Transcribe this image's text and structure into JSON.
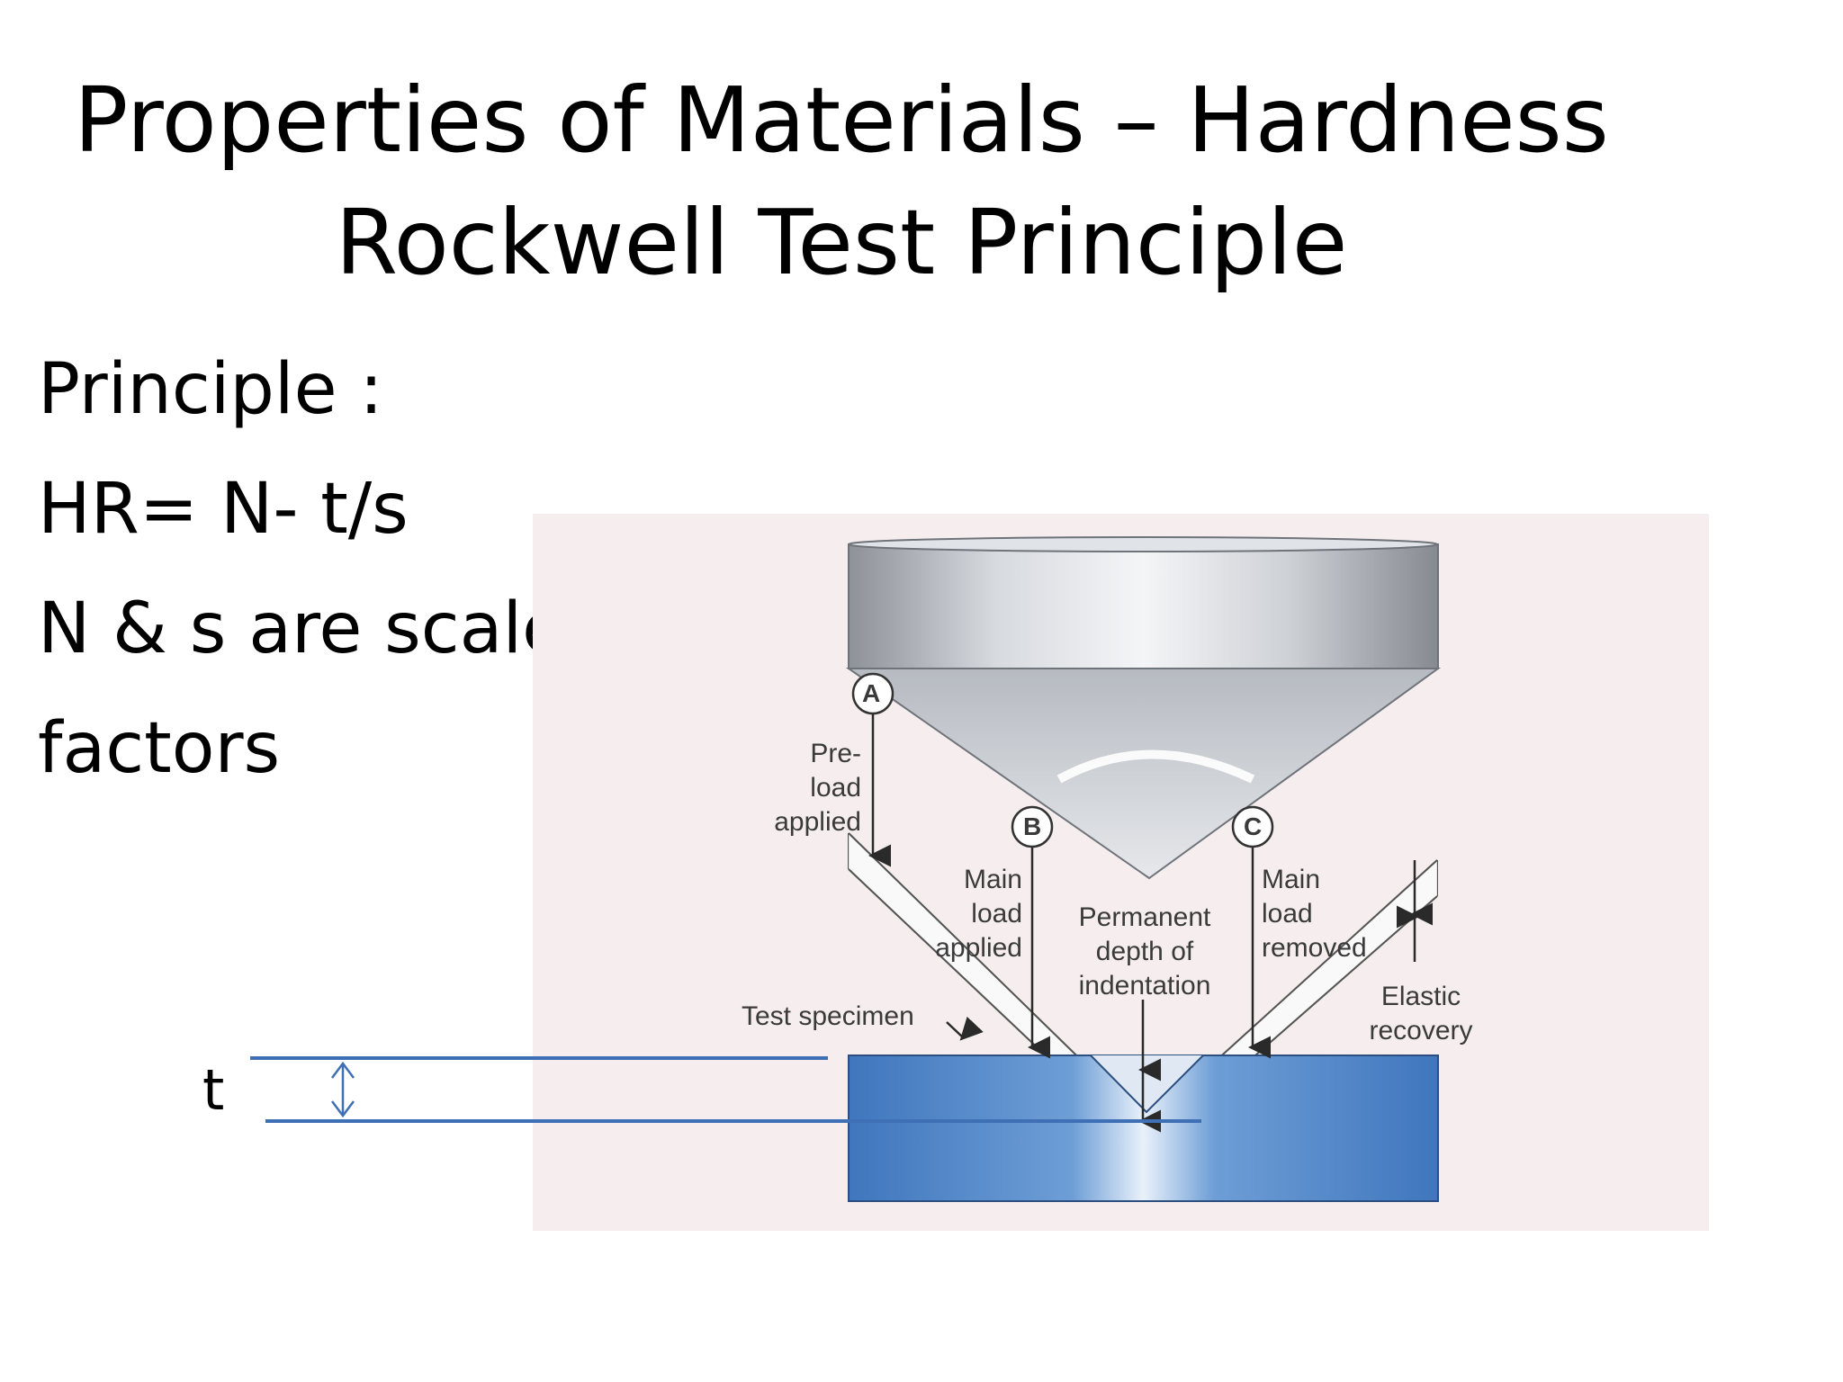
{
  "slide": {
    "title_line1": "Properties of Materials – Hardness",
    "title_line2": "Rockwell Test Principle",
    "body": [
      "Principle :",
      "HR= N- t/s",
      "N & s are scale",
      " factors"
    ],
    "t_label": "t"
  },
  "diagram": {
    "labels": {
      "marker_a": "A",
      "marker_b": "B",
      "marker_c": "C",
      "preload": [
        "Pre-",
        "load",
        "applied"
      ],
      "main_load_applied": [
        "Main",
        "load",
        "applied"
      ],
      "permanent_depth": [
        "Permanent",
        "depth of",
        "indentation"
      ],
      "main_load_removed": [
        "Main",
        "load",
        "removed"
      ],
      "elastic_recovery": [
        "Elastic",
        "recovery"
      ],
      "test_specimen": "Test specimen"
    },
    "colors": {
      "background": "#f6eeee",
      "indenter": "#c8ccd2",
      "specimen": "#4b84c7",
      "overlay_lines": "#3f6fb5"
    }
  }
}
